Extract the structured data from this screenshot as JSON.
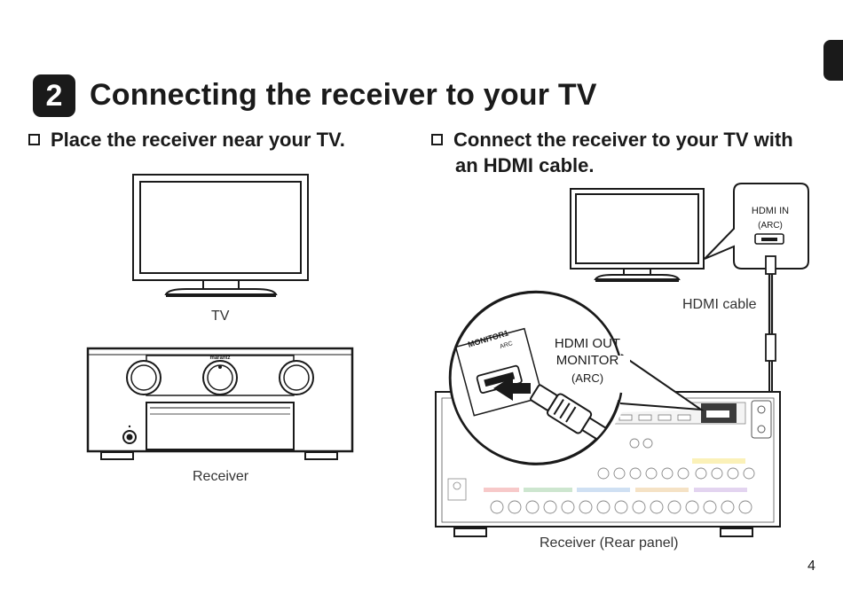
{
  "section": {
    "number": "2",
    "title": "Connecting the receiver to your TV"
  },
  "steps": [
    {
      "text": "Place the receiver near your TV."
    },
    {
      "text_line1": "Connect the receiver to your TV with",
      "text_line2": "an HDMI cable."
    }
  ],
  "captions": {
    "tv": "TV",
    "receiver": "Receiver",
    "hdmi_cable": "HDMI cable",
    "receiver_rear": "Receiver (Rear panel)"
  },
  "labels": {
    "hdmi_in": "HDMI IN",
    "hdmi_in_arc": "(ARC)",
    "hdmi_out_line1": "HDMI OUT",
    "hdmi_out_line2": "MONITOR",
    "hdmi_out_arc": "(ARC)",
    "monitor1": "MONITOR1",
    "arc": "ARC",
    "brand": "marantz"
  },
  "page_number": "4"
}
